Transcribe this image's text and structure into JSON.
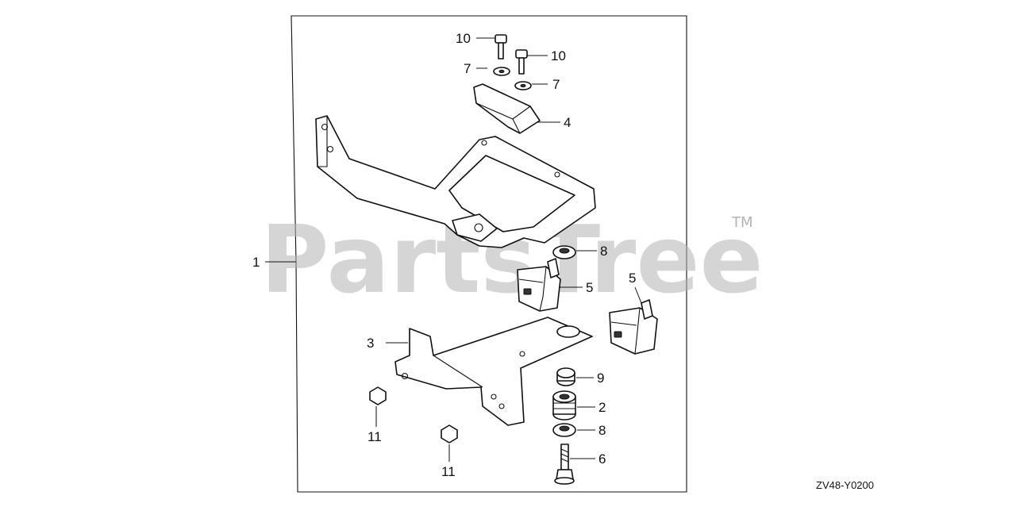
{
  "diagram": {
    "watermark": "PartsTree",
    "watermark_tm": "TM",
    "figure_code": "ZV48-Y0200",
    "callouts": [
      "1",
      "2",
      "3",
      "4",
      "5",
      "5",
      "6",
      "7",
      "7",
      "8",
      "8",
      "9",
      "10",
      "10",
      "11",
      "11"
    ]
  },
  "colors": {
    "line": "#111111",
    "watermark": "#b4b4b4",
    "background": "#ffffff"
  }
}
